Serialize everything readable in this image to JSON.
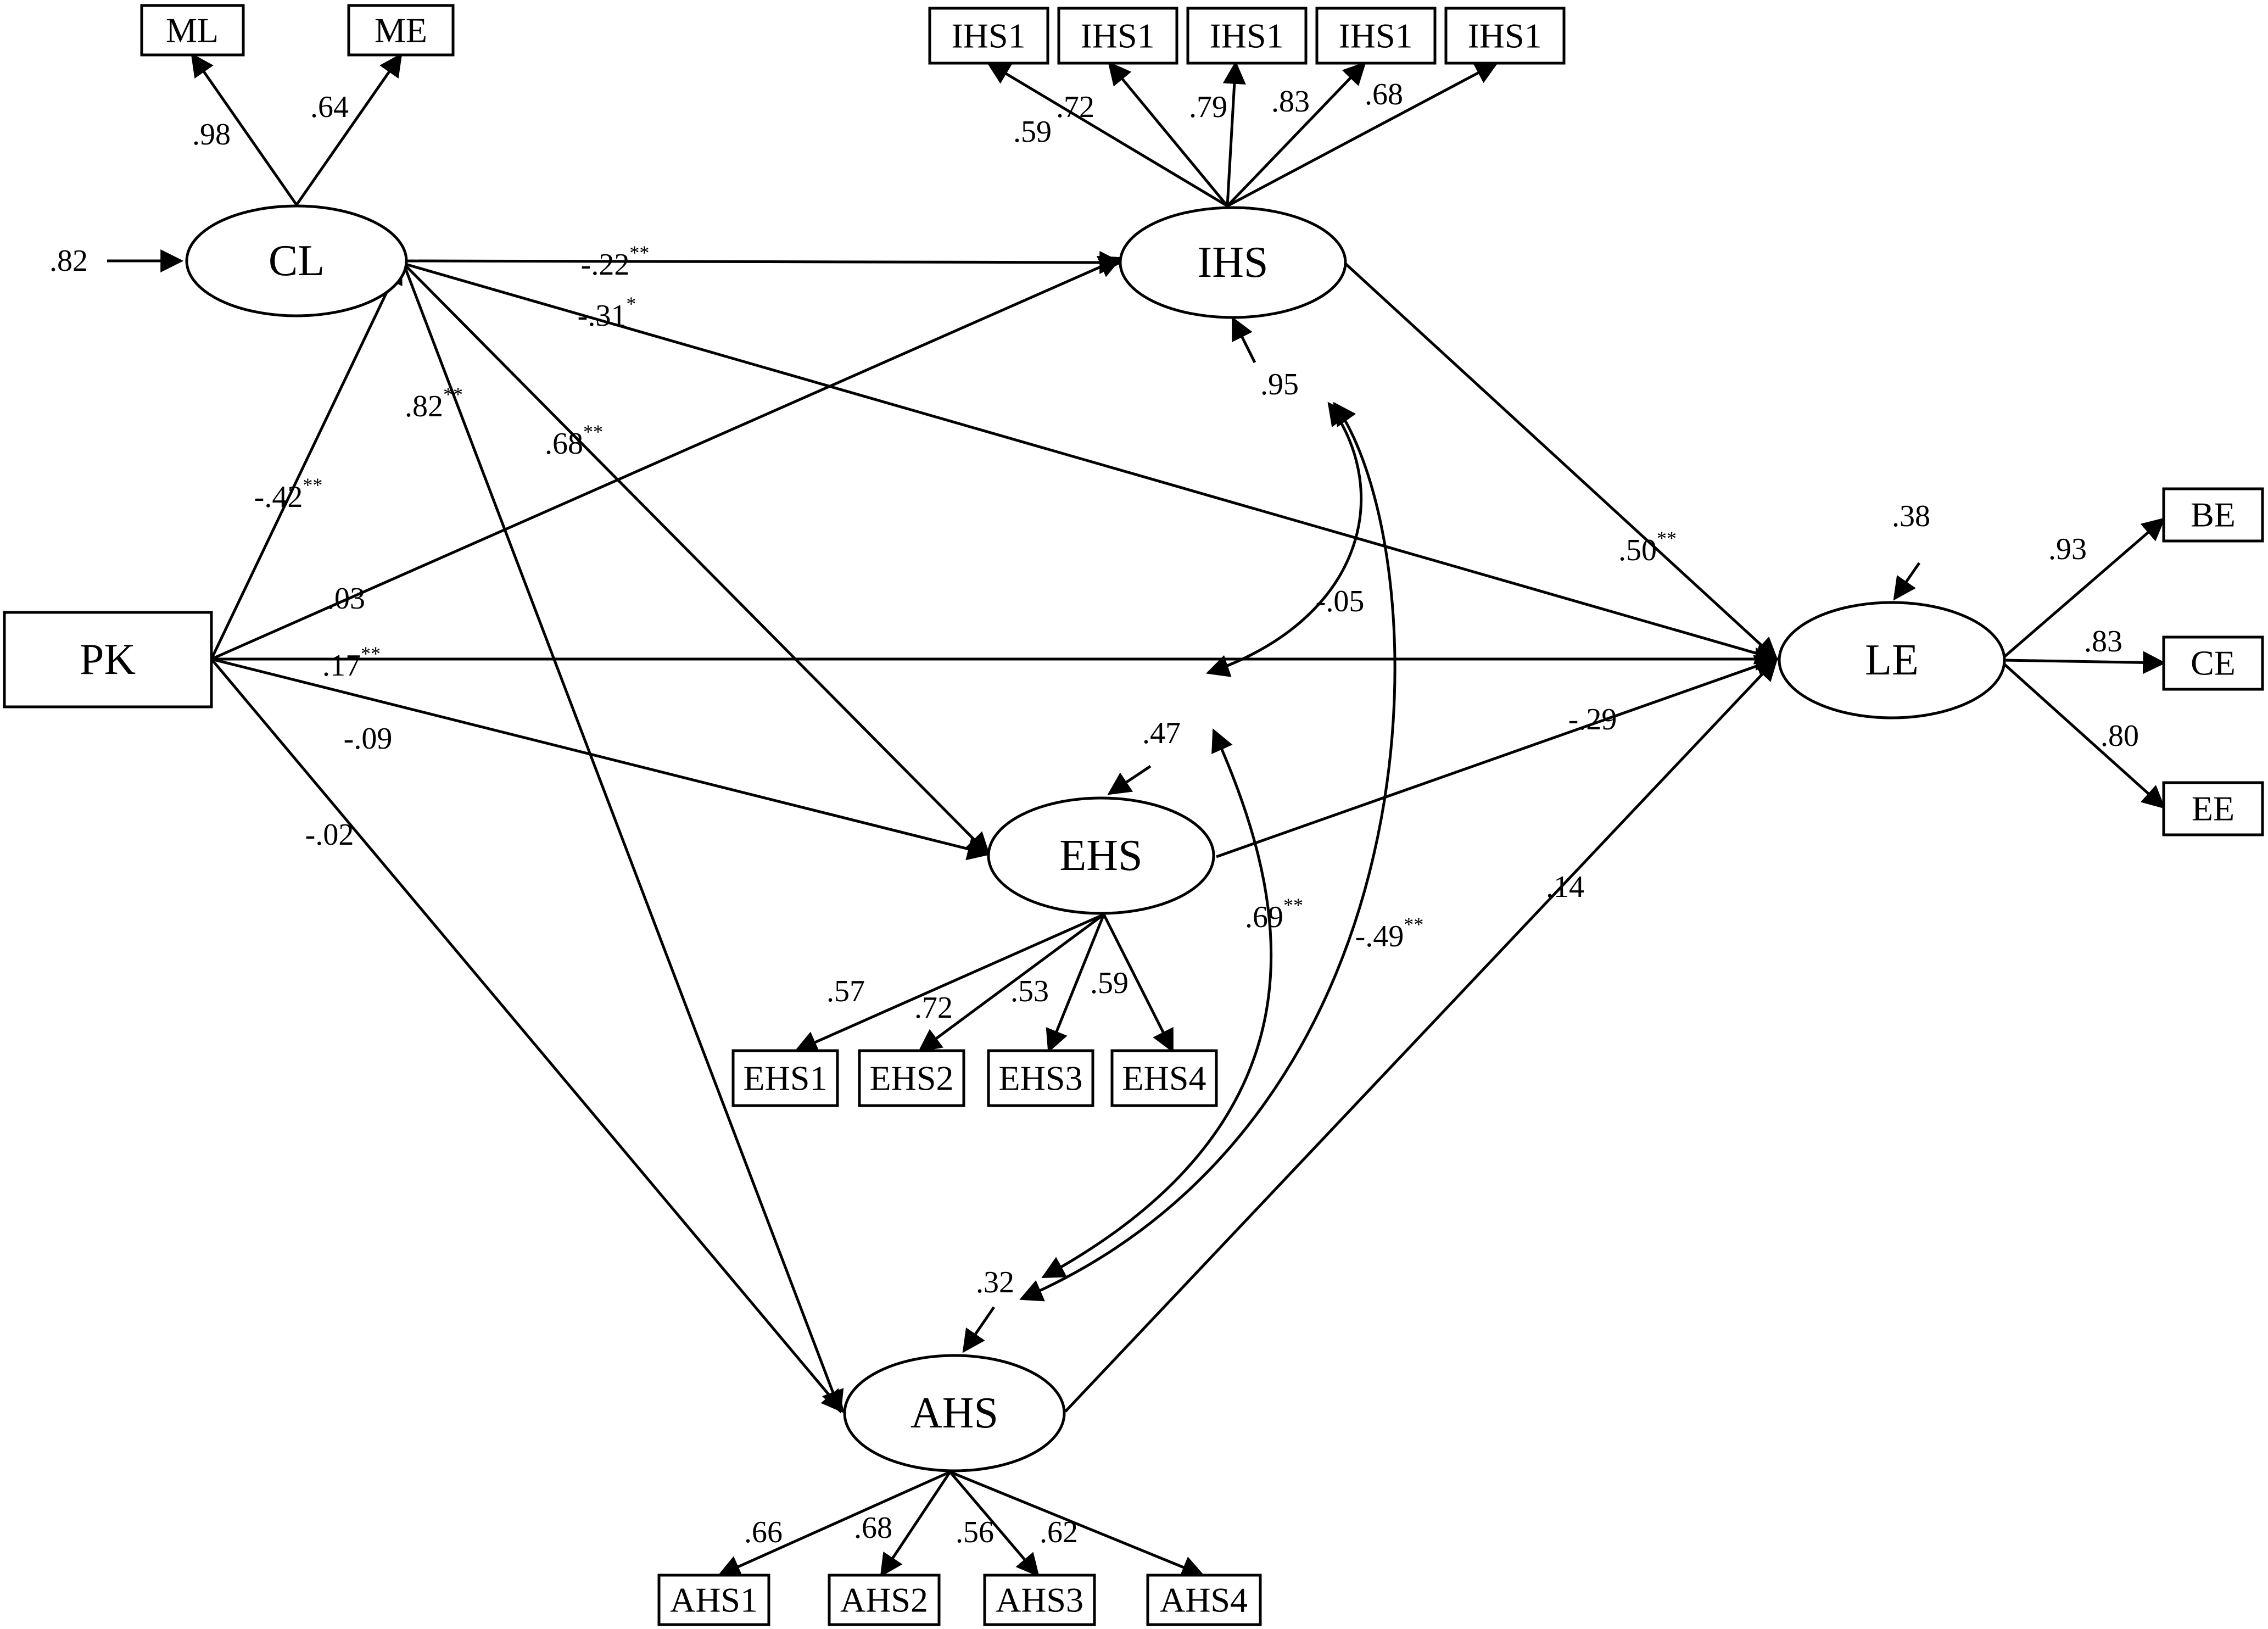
{
  "latent_variables": [
    {
      "id": "CL",
      "label": "CL",
      "residual": ".82"
    },
    {
      "id": "IHS",
      "label": "IHS",
      "residual": ".95"
    },
    {
      "id": "EHS",
      "label": "EHS",
      "residual": ".47"
    },
    {
      "id": "AHS",
      "label": "AHS",
      "residual": ".32"
    },
    {
      "id": "LE",
      "label": "LE",
      "residual": ".38"
    }
  ],
  "observed_variables": [
    {
      "id": "PK",
      "label": "PK"
    },
    {
      "id": "ML",
      "label": "ML"
    },
    {
      "id": "ME",
      "label": "ME"
    },
    {
      "id": "IHS1a",
      "label": "IHS1"
    },
    {
      "id": "IHS1b",
      "label": "IHS1"
    },
    {
      "id": "IHS1c",
      "label": "IHS1"
    },
    {
      "id": "IHS1d",
      "label": "IHS1"
    },
    {
      "id": "IHS1e",
      "label": "IHS1"
    },
    {
      "id": "EHS1",
      "label": "EHS1"
    },
    {
      "id": "EHS2",
      "label": "EHS2"
    },
    {
      "id": "EHS3",
      "label": "EHS3"
    },
    {
      "id": "EHS4",
      "label": "EHS4"
    },
    {
      "id": "AHS1",
      "label": "AHS1"
    },
    {
      "id": "AHS2",
      "label": "AHS2"
    },
    {
      "id": "AHS3",
      "label": "AHS3"
    },
    {
      "id": "AHS4",
      "label": "AHS4"
    },
    {
      "id": "BE",
      "label": "BE"
    },
    {
      "id": "CE",
      "label": "CE"
    },
    {
      "id": "EE",
      "label": "EE"
    }
  ],
  "loadings": [
    {
      "from": "CL",
      "to": "ML",
      "value": ".98"
    },
    {
      "from": "CL",
      "to": "ME",
      "value": ".64"
    },
    {
      "from": "IHS",
      "to": "IHS1a",
      "value": ".59"
    },
    {
      "from": "IHS",
      "to": "IHS1b",
      "value": ".72"
    },
    {
      "from": "IHS",
      "to": "IHS1c",
      "value": ".79"
    },
    {
      "from": "IHS",
      "to": "IHS1d",
      "value": ".83"
    },
    {
      "from": "IHS",
      "to": "IHS1e",
      "value": ".68"
    },
    {
      "from": "EHS",
      "to": "EHS1",
      "value": ".57"
    },
    {
      "from": "EHS",
      "to": "EHS2",
      "value": ".72"
    },
    {
      "from": "EHS",
      "to": "EHS3",
      "value": ".53"
    },
    {
      "from": "EHS",
      "to": "EHS4",
      "value": ".59"
    },
    {
      "from": "AHS",
      "to": "AHS1",
      "value": ".66"
    },
    {
      "from": "AHS",
      "to": "AHS2",
      "value": ".68"
    },
    {
      "from": "AHS",
      "to": "AHS3",
      "value": ".56"
    },
    {
      "from": "AHS",
      "to": "AHS4",
      "value": ".62"
    },
    {
      "from": "LE",
      "to": "BE",
      "value": ".93"
    },
    {
      "from": "LE",
      "to": "CE",
      "value": ".83"
    },
    {
      "from": "LE",
      "to": "EE",
      "value": ".80"
    }
  ],
  "paths": [
    {
      "from": "PK",
      "to": "CL",
      "value": "-.42",
      "sig": "**"
    },
    {
      "from": "PK",
      "to": "IHS",
      "value": ".03",
      "sig": ""
    },
    {
      "from": "PK",
      "to": "LE",
      "value": ".17",
      "sig": "**"
    },
    {
      "from": "PK",
      "to": "EHS",
      "value": "-.09",
      "sig": ""
    },
    {
      "from": "PK",
      "to": "AHS",
      "value": "-.02",
      "sig": ""
    },
    {
      "from": "CL",
      "to": "IHS",
      "value": "-.22",
      "sig": "**"
    },
    {
      "from": "CL",
      "to": "LE",
      "value": "-.31",
      "sig": "*"
    },
    {
      "from": "CL",
      "to": "AHS",
      "value": ".82",
      "sig": "**"
    },
    {
      "from": "CL",
      "to": "EHS",
      "value": ".68",
      "sig": "**"
    },
    {
      "from": "IHS",
      "to": "LE",
      "value": ".50",
      "sig": "**"
    },
    {
      "from": "EHS",
      "to": "LE",
      "value": "-.29",
      "sig": ""
    },
    {
      "from": "AHS",
      "to": "LE",
      "value": ".14",
      "sig": ""
    }
  ],
  "covariances": [
    {
      "between": [
        "IHS",
        "EHS"
      ],
      "value": "-.05",
      "sig": ""
    },
    {
      "between": [
        "EHS",
        "AHS"
      ],
      "value": ".69",
      "sig": "**"
    },
    {
      "between": [
        "IHS",
        "AHS"
      ],
      "value": "-.49",
      "sig": "**"
    }
  ]
}
